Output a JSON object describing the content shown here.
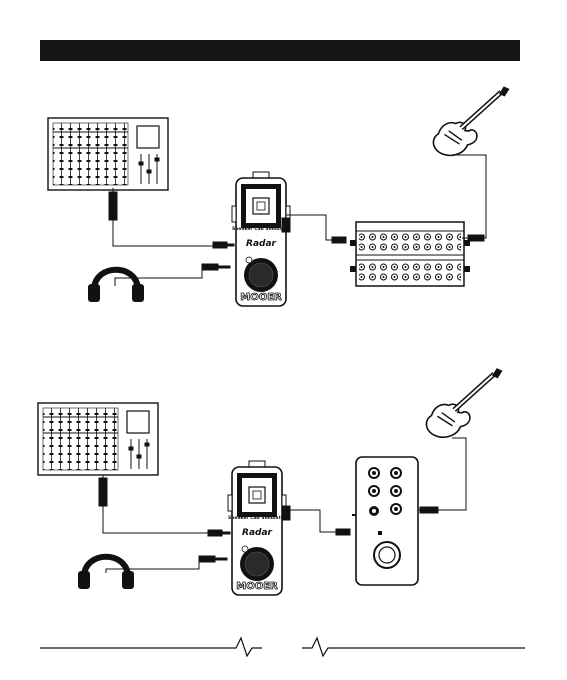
{
  "diagram": {
    "title": "",
    "colors": {
      "ink": "#111111",
      "header": "#161616",
      "paper": "#ffffff"
    },
    "setups": [
      {
        "name": "",
        "devices": [
          "mixer-icon",
          "radar-pedal-icon",
          "headphones-icon",
          "amp-head-icon",
          "guitar-icon"
        ]
      },
      {
        "name": "",
        "devices": [
          "mixer-icon",
          "radar-pedal-icon",
          "headphones-icon",
          "preamp-pedal-icon",
          "guitar-icon"
        ]
      }
    ]
  },
  "pedal": {
    "brand": "MOOER",
    "model": "Radar",
    "subtitle": "Speaker Cab Simulator"
  }
}
